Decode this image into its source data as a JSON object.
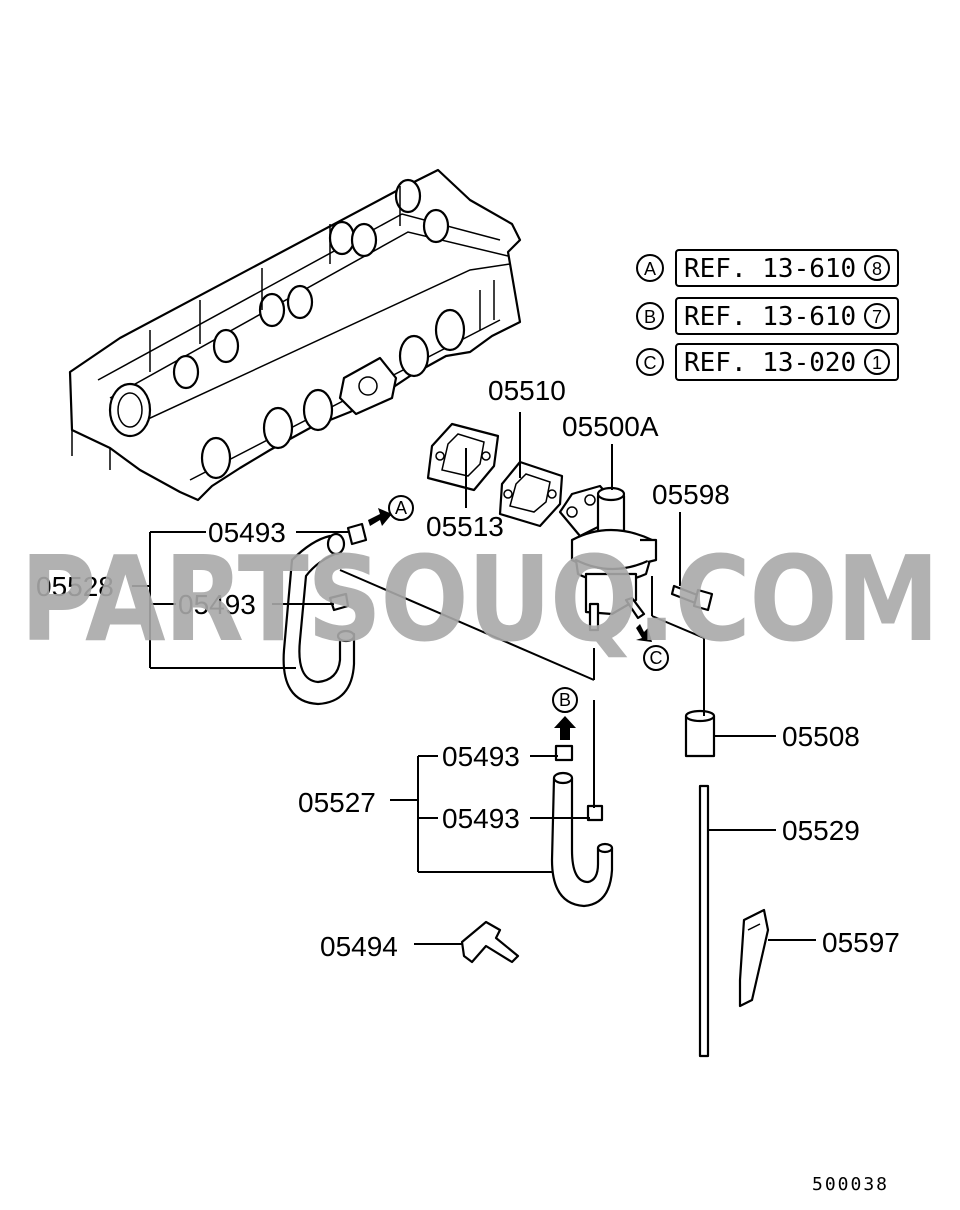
{
  "diagram_code": "500038",
  "watermark": "PARTSOUQ.COM",
  "references": [
    {
      "marker": "A",
      "text": "REF. 13-610",
      "sheet": "8"
    },
    {
      "marker": "B",
      "text": "REF. 13-610",
      "sheet": "7"
    },
    {
      "marker": "C",
      "text": "REF. 13-020",
      "sheet": "1"
    }
  ],
  "connector_markers": {
    "a": "A",
    "b": "B",
    "c": "C"
  },
  "parts": {
    "p05510": "05510",
    "p05500A": "05500A",
    "p05598": "05598",
    "p05513": "05513",
    "p05493_top": "05493",
    "p05528": "05528",
    "p05493_mid": "05493",
    "p05508": "05508",
    "p05493_low1": "05493",
    "p05527": "05527",
    "p05493_low2": "05493",
    "p05529": "05529",
    "p05597": "05597",
    "p05494": "05494"
  }
}
